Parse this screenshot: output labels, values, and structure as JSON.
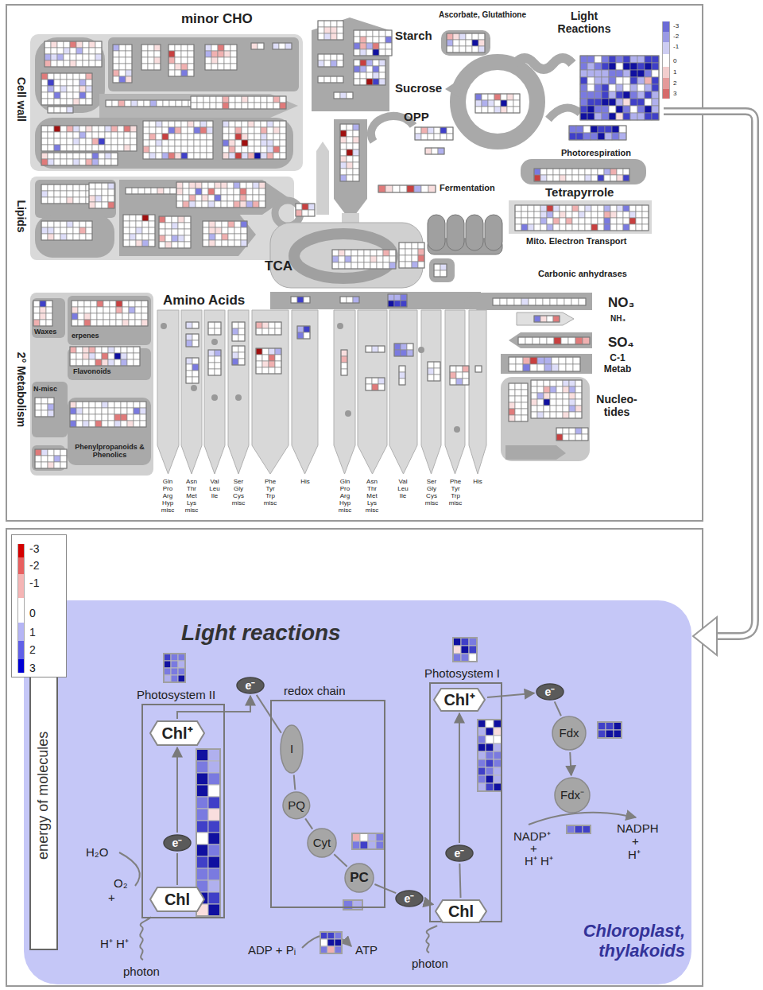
{
  "diagram": {
    "nodes": [
      {
        "text": [
          "Light reactions",
          "Chloroplast, thylakoids"
        ]
      },
      {
        "text": [
          "energy of molecules"
        ]
      },
      {
        "text": [
          "Photosystem II"
        ],
        "in": 0
      },
      {
        "text": [
          "Chl⁺"
        ],
        "in": 2
      },
      {
        "text": [
          "e⁻"
        ],
        "in": 2
      },
      {
        "text": [
          "Chl"
        ],
        "in": 2
      },
      {
        "text": [
          "e⁻"
        ],
        "in": 0
      },
      {
        "text": [
          "redox chain"
        ],
        "in": 0
      },
      {
        "text": [
          "I"
        ],
        "in": 7
      },
      {
        "text": [
          "PQ"
        ],
        "in": 7
      },
      {
        "text": [
          "Cyt"
        ],
        "in": 7
      },
      {
        "text": [
          "PC"
        ],
        "in": 7
      },
      {
        "text": [
          "e⁻"
        ],
        "in": 0
      },
      {
        "text": [
          "Photosystem I"
        ],
        "in": 0
      },
      {
        "text": [
          "Chl⁺"
        ],
        "in": 13
      },
      {
        "text": [
          "e⁻"
        ],
        "in": 13
      },
      {
        "text": [
          "Chl"
        ],
        "in": 13
      },
      {
        "text": [
          "e⁻"
        ],
        "in": 0
      },
      {
        "text": [
          "Fdx"
        ],
        "in": 0
      },
      {
        "text": [
          "Fdx⁻"
        ],
        "in": 0
      }
    ],
    "edges": [
      {
        "from": 5,
        "to": 4,
        "arrow": "none"
      },
      {
        "from": 4,
        "to": 3,
        "arrow": "to"
      },
      {
        "from": 3,
        "to": 6,
        "arrow": "to"
      },
      {
        "from": 6,
        "to": 8,
        "arrow": "none"
      },
      {
        "from": 8,
        "to": 9,
        "arrow": "none"
      },
      {
        "from": 9,
        "to": 10,
        "arrow": "none"
      },
      {
        "from": 10,
        "to": 11,
        "arrow": "none"
      },
      {
        "from": 11,
        "to": 12,
        "arrow": "none"
      },
      {
        "from": 12,
        "to": 16,
        "arrow": "to"
      },
      {
        "from": 16,
        "to": 15,
        "arrow": "none"
      },
      {
        "from": 15,
        "to": 14,
        "arrow": "to"
      },
      {
        "from": 14,
        "to": 17,
        "arrow": "to"
      },
      {
        "from": 17,
        "to": 18,
        "arrow": "none"
      },
      {
        "from": 18,
        "to": 19,
        "arrow": "to"
      }
    ],
    "labels": [
      "minor CHO",
      "Cell wall",
      "Lipids",
      "Starch",
      "Sucrose",
      "OPP",
      "Ascorbate, Glutathione",
      "Light Reactions",
      "Photorespiration",
      "Fermentation",
      "Tetrapyrrole",
      "Mito. Electron Transport",
      "TCA",
      "Carbonic anhydrases",
      "Amino Acids",
      "NO₃",
      "NH₃",
      "SO₄",
      "C-1 Metab",
      "Nucleo- tides",
      "2° Metabolism",
      "Waxes",
      "erpenes",
      "Flavonoids",
      "N-misc",
      "Phenylpropanoids & Phenolics",
      "Gln Pro Arg Hyp misc",
      "Asn Thr Met Lys misc",
      "Val Leu Ile",
      "Ser Gly Cys misc",
      "Phe Tyr Trp misc",
      "His",
      "Gln Pro Arg Hyp misc",
      "Asn Thr Met Lys misc",
      "Val Leu Ile",
      "Ser Gly Cys misc",
      "Phe Tyr Trp misc",
      "His",
      "H₂O",
      "O₂",
      "+",
      "H⁺ H⁺",
      "photon",
      "ADP + Pᵢ",
      "ATP",
      "photon",
      "NADP⁺",
      "+",
      "H⁺ H⁺",
      "NADPH",
      "+",
      "H⁺"
    ],
    "legend": [
      {
        "text": "-3",
        "color": "#6b6bd6"
      },
      {
        "text": "-2",
        "color": "#9a9ae4"
      },
      {
        "text": "-1",
        "color": "#cdcdf2"
      },
      {
        "text": "0",
        "color": "#ffffff"
      },
      {
        "text": "1",
        "color": "#f2cdcd"
      },
      {
        "text": "2",
        "color": "#e49a9a"
      },
      {
        "text": "3",
        "color": "#d66b6b"
      },
      {
        "text": "-3",
        "color": "#d40000"
      },
      {
        "text": "-2",
        "color": "#e86060"
      },
      {
        "text": "-1",
        "color": "#f5b5b5"
      },
      {
        "text": "0",
        "color": "#ffffff"
      },
      {
        "text": "1",
        "color": "#b5b5f5"
      },
      {
        "text": "2",
        "color": "#6060e8"
      },
      {
        "text": "3",
        "color": "#0000d4"
      }
    ]
  }
}
